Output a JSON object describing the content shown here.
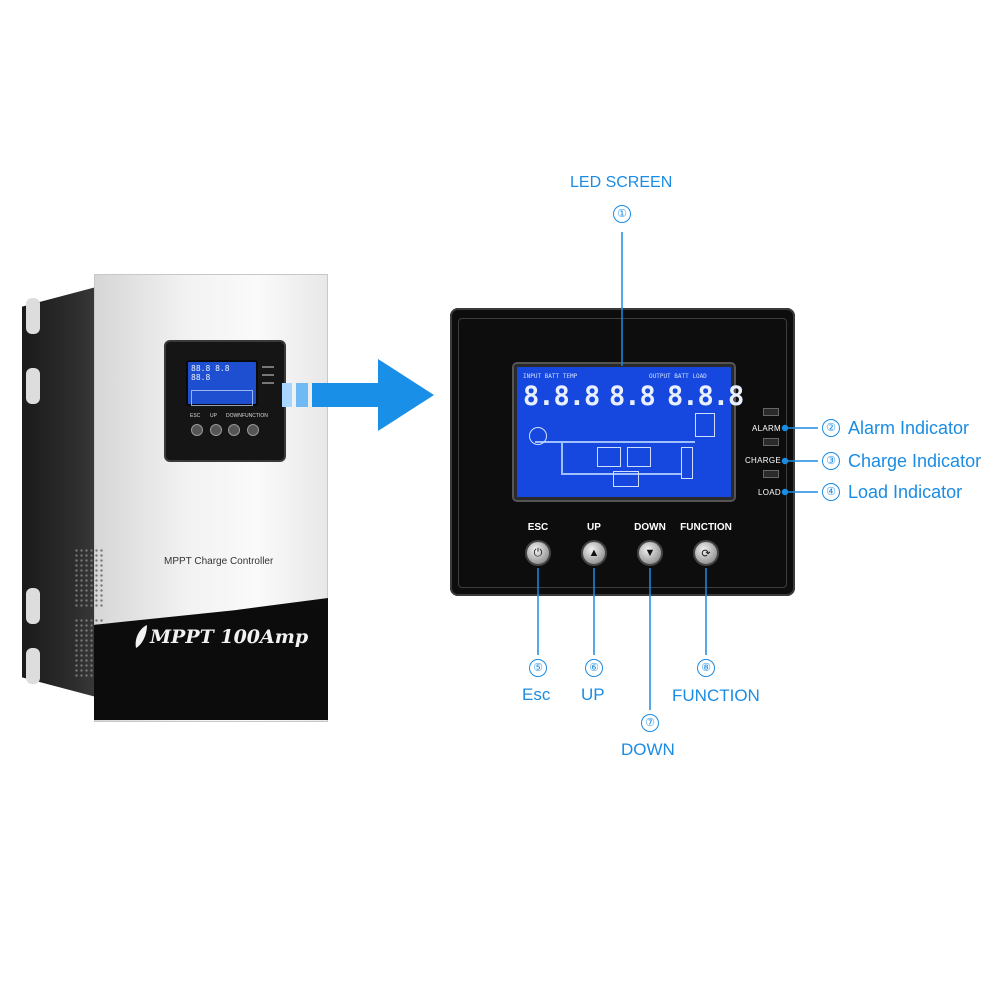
{
  "device": {
    "label": "MPPT Charge Controller",
    "brand": "MPPT 100Amp",
    "mini_buttons": [
      "ESC",
      "UP",
      "DOWN",
      "FUNCTION"
    ],
    "mini_lcd_top": "88.8  8.8  88.8"
  },
  "panel": {
    "lcd_headers": [
      "INPUT BATT TEMP",
      "OUTPUT BATT LOAD"
    ],
    "lcd_digits": [
      "8.8.8",
      "8.8",
      "8.8.8"
    ],
    "indicators": [
      "ALARM",
      "CHARGE",
      "LOAD"
    ],
    "buttons": [
      "ESC",
      "UP",
      "DOWN",
      "FUNCTION"
    ]
  },
  "callouts": [
    {
      "num": "①",
      "text": "LED SCREEN"
    },
    {
      "num": "②",
      "text": "Alarm Indicator"
    },
    {
      "num": "③",
      "text": "Charge Indicator"
    },
    {
      "num": "④",
      "text": "Load Indicator"
    },
    {
      "num": "⑤",
      "text": "Esc"
    },
    {
      "num": "⑥",
      "text": "UP"
    },
    {
      "num": "⑦",
      "text": "DOWN"
    },
    {
      "num": "⑧",
      "text": "FUNCTION"
    }
  ],
  "colors": {
    "accent": "#1b8ce3",
    "lcd": "#1648e0",
    "panel": "#0d0d0d"
  }
}
